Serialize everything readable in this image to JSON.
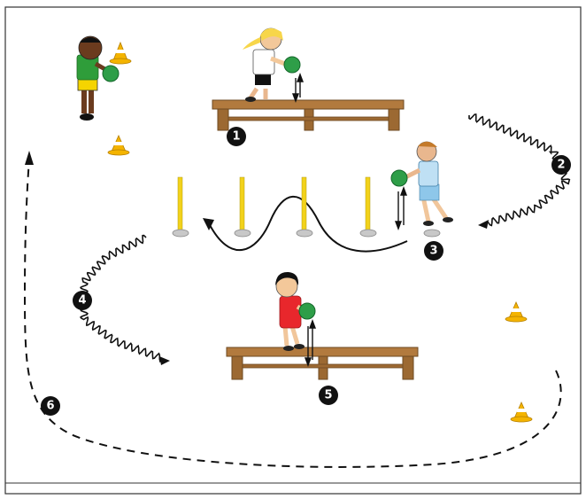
{
  "diagram": {
    "stations": [
      {
        "id": "station-1",
        "label": "1"
      },
      {
        "id": "station-2",
        "label": "2"
      },
      {
        "id": "station-3",
        "label": "3"
      },
      {
        "id": "station-4",
        "label": "4"
      },
      {
        "id": "station-5",
        "label": "5"
      },
      {
        "id": "station-6",
        "label": "6"
      }
    ],
    "colors": {
      "frame": "#333333",
      "ball": "#2e9e48",
      "pole": "#f2d21b",
      "cone": "#f4b400",
      "bench": "#b27a3e",
      "marker": "#111111"
    }
  }
}
